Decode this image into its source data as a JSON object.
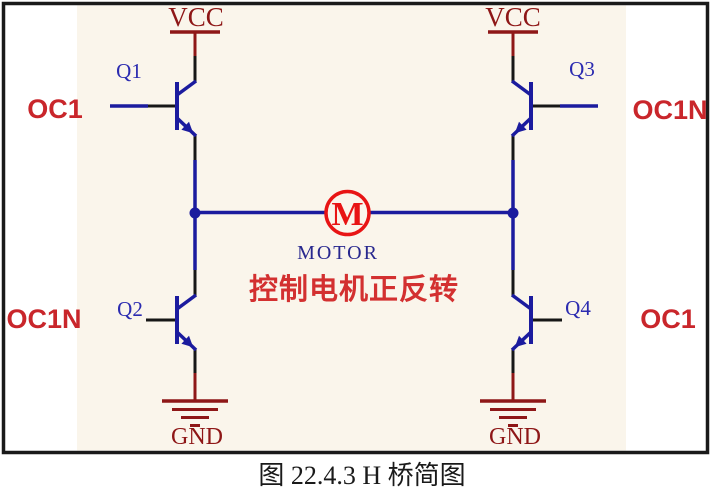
{
  "colors": {
    "wire_blue": "#1b1b9e",
    "pin_black": "#161616",
    "power_dark_red": "#8e1717",
    "net_label_red": "#c9262b",
    "designator_blue": "#2b2bb0",
    "motor_red": "#e81414",
    "motor_label_navy": "#28288e",
    "annotation_red": "#d33030",
    "canvas_cream": "#faf5eb",
    "frame_black": "#1a1a1a"
  },
  "schematic": {
    "left": {
      "power_label": "VCC",
      "ground_label": "GND",
      "top_transistor": "Q1",
      "bottom_transistor": "Q2",
      "top_net": "OC1",
      "bottom_net": "OC1N"
    },
    "right": {
      "power_label": "VCC",
      "ground_label": "GND",
      "top_transistor": "Q3",
      "bottom_transistor": "Q4",
      "top_net": "OC1N",
      "bottom_net": "OC1"
    },
    "motor": {
      "symbol_letter": "M",
      "label": "MOTOR"
    },
    "annotation": "控制电机正反转"
  },
  "caption": "图 22.4.3 H 桥简图"
}
